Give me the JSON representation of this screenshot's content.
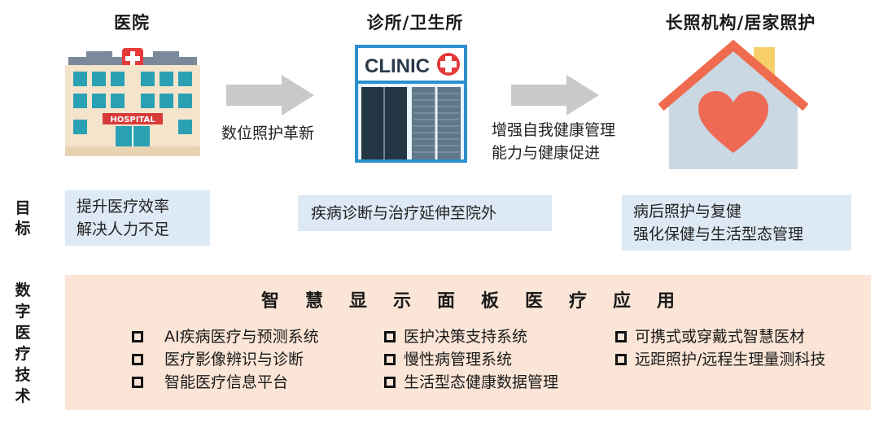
{
  "stages": [
    {
      "title": "医院",
      "icon": "hospital-icon"
    },
    {
      "title": "诊所/卫生所",
      "icon": "clinic-icon"
    },
    {
      "title": "长照机构/居家照护",
      "icon": "home-care-icon"
    }
  ],
  "hospital_sign": "HOSPITAL",
  "clinic_sign": "CLINIC",
  "arrows": [
    {
      "label": [
        "数位照护革新"
      ]
    },
    {
      "label": [
        "增强自我健康管理",
        "能力与健康促进"
      ]
    }
  ],
  "goals_label": [
    "目",
    "标"
  ],
  "goals": [
    [
      "提升医疗效率",
      "解决人力不足"
    ],
    [
      "疾病诊断与治疗延伸至院外"
    ],
    [
      "病后照护与复健",
      "强化保健与生活型态管理"
    ]
  ],
  "tech_label": [
    "数",
    "字",
    "医",
    "疗",
    "技",
    "术"
  ],
  "tech": {
    "title": "智慧显示面板医疗应用",
    "columns": [
      [
        "AI疾病医疗与预测系统",
        "医疗影像辨识与诊断",
        "智能医疗信息平台"
      ],
      [
        "医护决策支持系统",
        "慢性病管理系统",
        "生活型态健康数据管理"
      ],
      [
        "可携式或穿戴式智慧医材",
        "远距照护/远程生理量测科技"
      ]
    ]
  },
  "colors": {
    "goal_bg": "#dde9f4",
    "tech_bg": "#fbe5d6",
    "arrow": "#c9c9c9",
    "roof": "#ef6b4f",
    "heart": "#ee6a55",
    "house": "#c9d8e3"
  }
}
